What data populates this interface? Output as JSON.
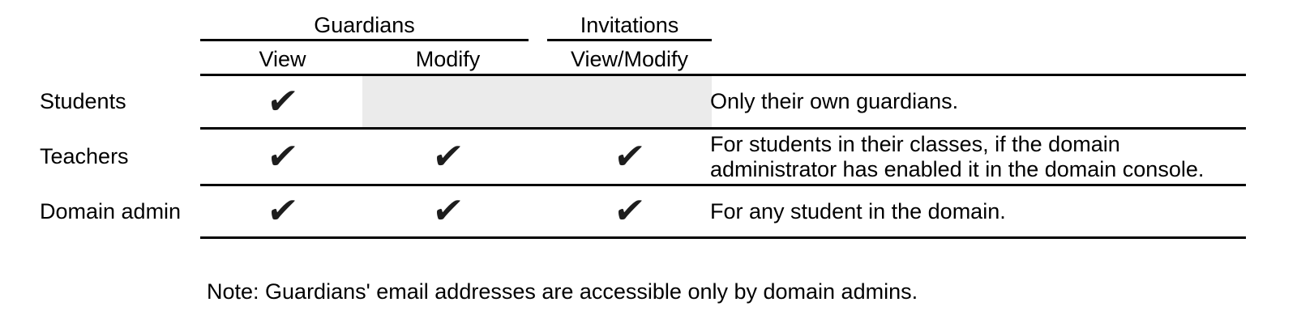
{
  "table": {
    "groups": [
      {
        "label": "Guardians"
      },
      {
        "label": "Invitations"
      }
    ],
    "column_headers": [
      "View",
      "Modify",
      "View/Modify"
    ],
    "check_glyph": "✔",
    "rows": [
      {
        "role": "Students",
        "permissions": {
          "view": true,
          "modify": false,
          "view_modify": false
        },
        "note": "Only their own guardians."
      },
      {
        "role": "Teachers",
        "permissions": {
          "view": true,
          "modify": true,
          "view_modify": true
        },
        "note": "For students in their classes, if the domain administrator has enabled it in the domain console."
      },
      {
        "role": "Domain admin",
        "permissions": {
          "view": true,
          "modify": true,
          "view_modify": true
        },
        "note": "For any student in the domain."
      }
    ]
  },
  "footnote": "Note: Guardians' email addresses are accessible only by domain admins.",
  "colors": {
    "text": "#000000",
    "rule": "#000000",
    "shaded_cell": "#ebebeb",
    "check": "#1d1d1d",
    "background": "#ffffff"
  }
}
